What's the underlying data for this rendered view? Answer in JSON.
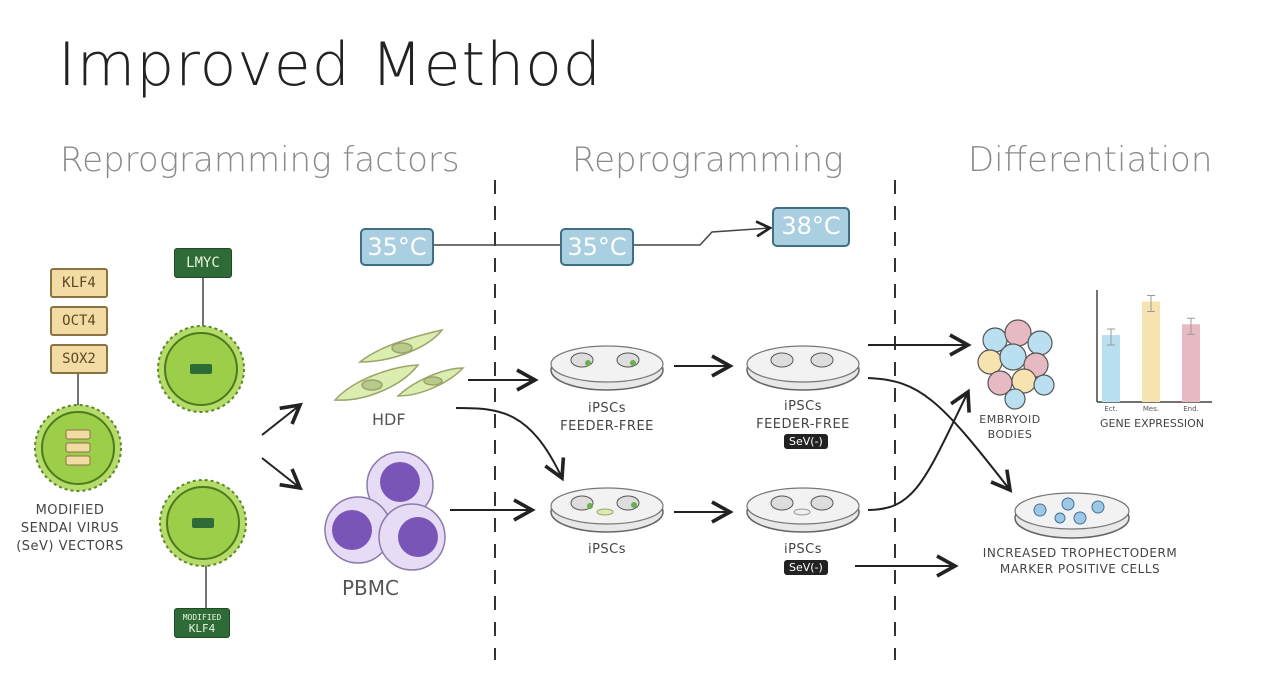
{
  "title": "Improved Method",
  "sections": {
    "factors": "Reprogramming factors",
    "reprogramming": "Reprogramming",
    "differentiation": "Differentiation"
  },
  "factors": {
    "klf4": "KLF4",
    "oct4": "OCT4",
    "sox2": "SOX2",
    "lmyc": "LMYC",
    "modified_klf4_line1": "MODIFIED",
    "modified_klf4_line2": "KLF4",
    "virus_label_line1": "MODIFIED",
    "virus_label_line2": "SENDAI VIRUS",
    "virus_label_line3": "(SeV) VECTORS"
  },
  "temperatures": {
    "t1": "35°C",
    "t2": "35°C",
    "t3": "38°C"
  },
  "cells": {
    "hdf": "HDF",
    "pbmc": "PBMC"
  },
  "ipsc": {
    "label": "iPSCs",
    "feeder_free": "FEEDER-FREE",
    "sev_negative": "SeV(-)"
  },
  "outcomes": {
    "eb_line1": "EMBRYOID",
    "eb_line2": "BODIES",
    "gene_expression": "GENE EXPRESSION",
    "tropho_line1": "INCREASED TROPHECTODERM",
    "tropho_line2": "MARKER POSITIVE CELLS"
  },
  "chart_data": {
    "type": "bar",
    "categories": [
      "Ect.",
      "Mes.",
      "End."
    ],
    "values": [
      0.62,
      0.93,
      0.72
    ],
    "colors": [
      "#b9dff0",
      "#f6e3b0",
      "#e7b9c2"
    ],
    "title": "",
    "xlabel": "GENE EXPRESSION",
    "ylabel": "",
    "ylim": [
      0,
      1
    ],
    "error_bars": true
  },
  "colors": {
    "virus_green": "#9cce4a",
    "virus_dark": "#5a8a22",
    "dish_fill": "#e6e6e6",
    "temp_blue": "#a9cfe0",
    "pbmc_purple": "#7a55b8",
    "hdf_green": "#dcedb0"
  }
}
